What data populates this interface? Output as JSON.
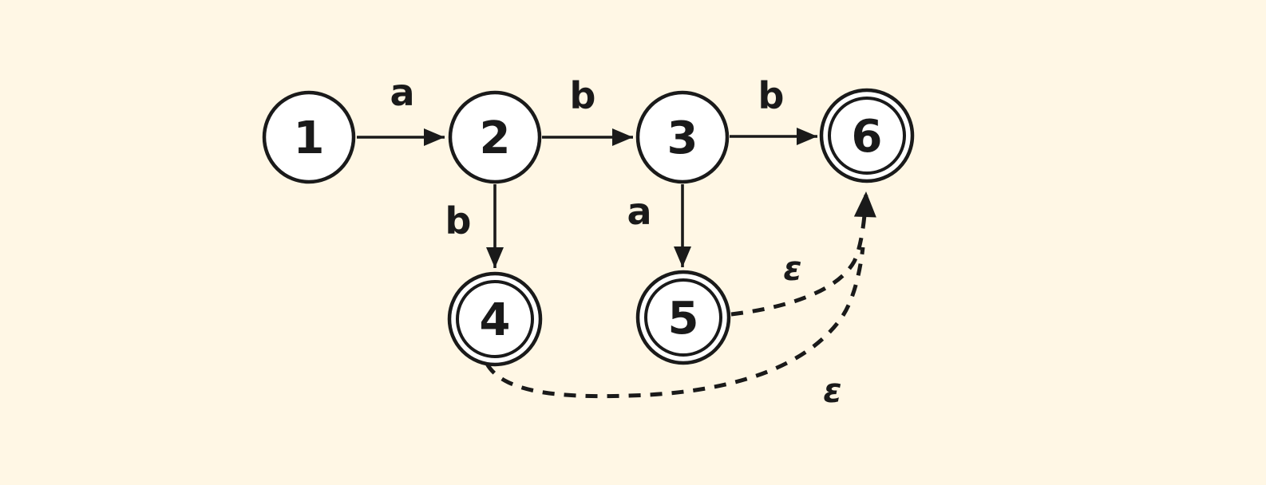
{
  "diagram": {
    "type": "nfa-state-diagram",
    "background_color": "#FFF7E5",
    "stroke_color": "#1a1a1a",
    "states": [
      {
        "id": "1",
        "label": "1",
        "accepting": false
      },
      {
        "id": "2",
        "label": "2",
        "accepting": false
      },
      {
        "id": "3",
        "label": "3",
        "accepting": false
      },
      {
        "id": "4",
        "label": "4",
        "accepting": true
      },
      {
        "id": "5",
        "label": "5",
        "accepting": true
      },
      {
        "id": "6",
        "label": "6",
        "accepting": true
      }
    ],
    "transitions": [
      {
        "from": "1",
        "to": "2",
        "label": "a",
        "style": "solid"
      },
      {
        "from": "2",
        "to": "3",
        "label": "b",
        "style": "solid"
      },
      {
        "from": "3",
        "to": "6",
        "label": "b",
        "style": "solid"
      },
      {
        "from": "2",
        "to": "4",
        "label": "b",
        "style": "solid"
      },
      {
        "from": "3",
        "to": "5",
        "label": "a",
        "style": "solid"
      },
      {
        "from": "5",
        "to": "6",
        "label": "ε",
        "style": "dashed"
      },
      {
        "from": "4",
        "to": "6",
        "label": "ε",
        "style": "dashed"
      }
    ]
  }
}
